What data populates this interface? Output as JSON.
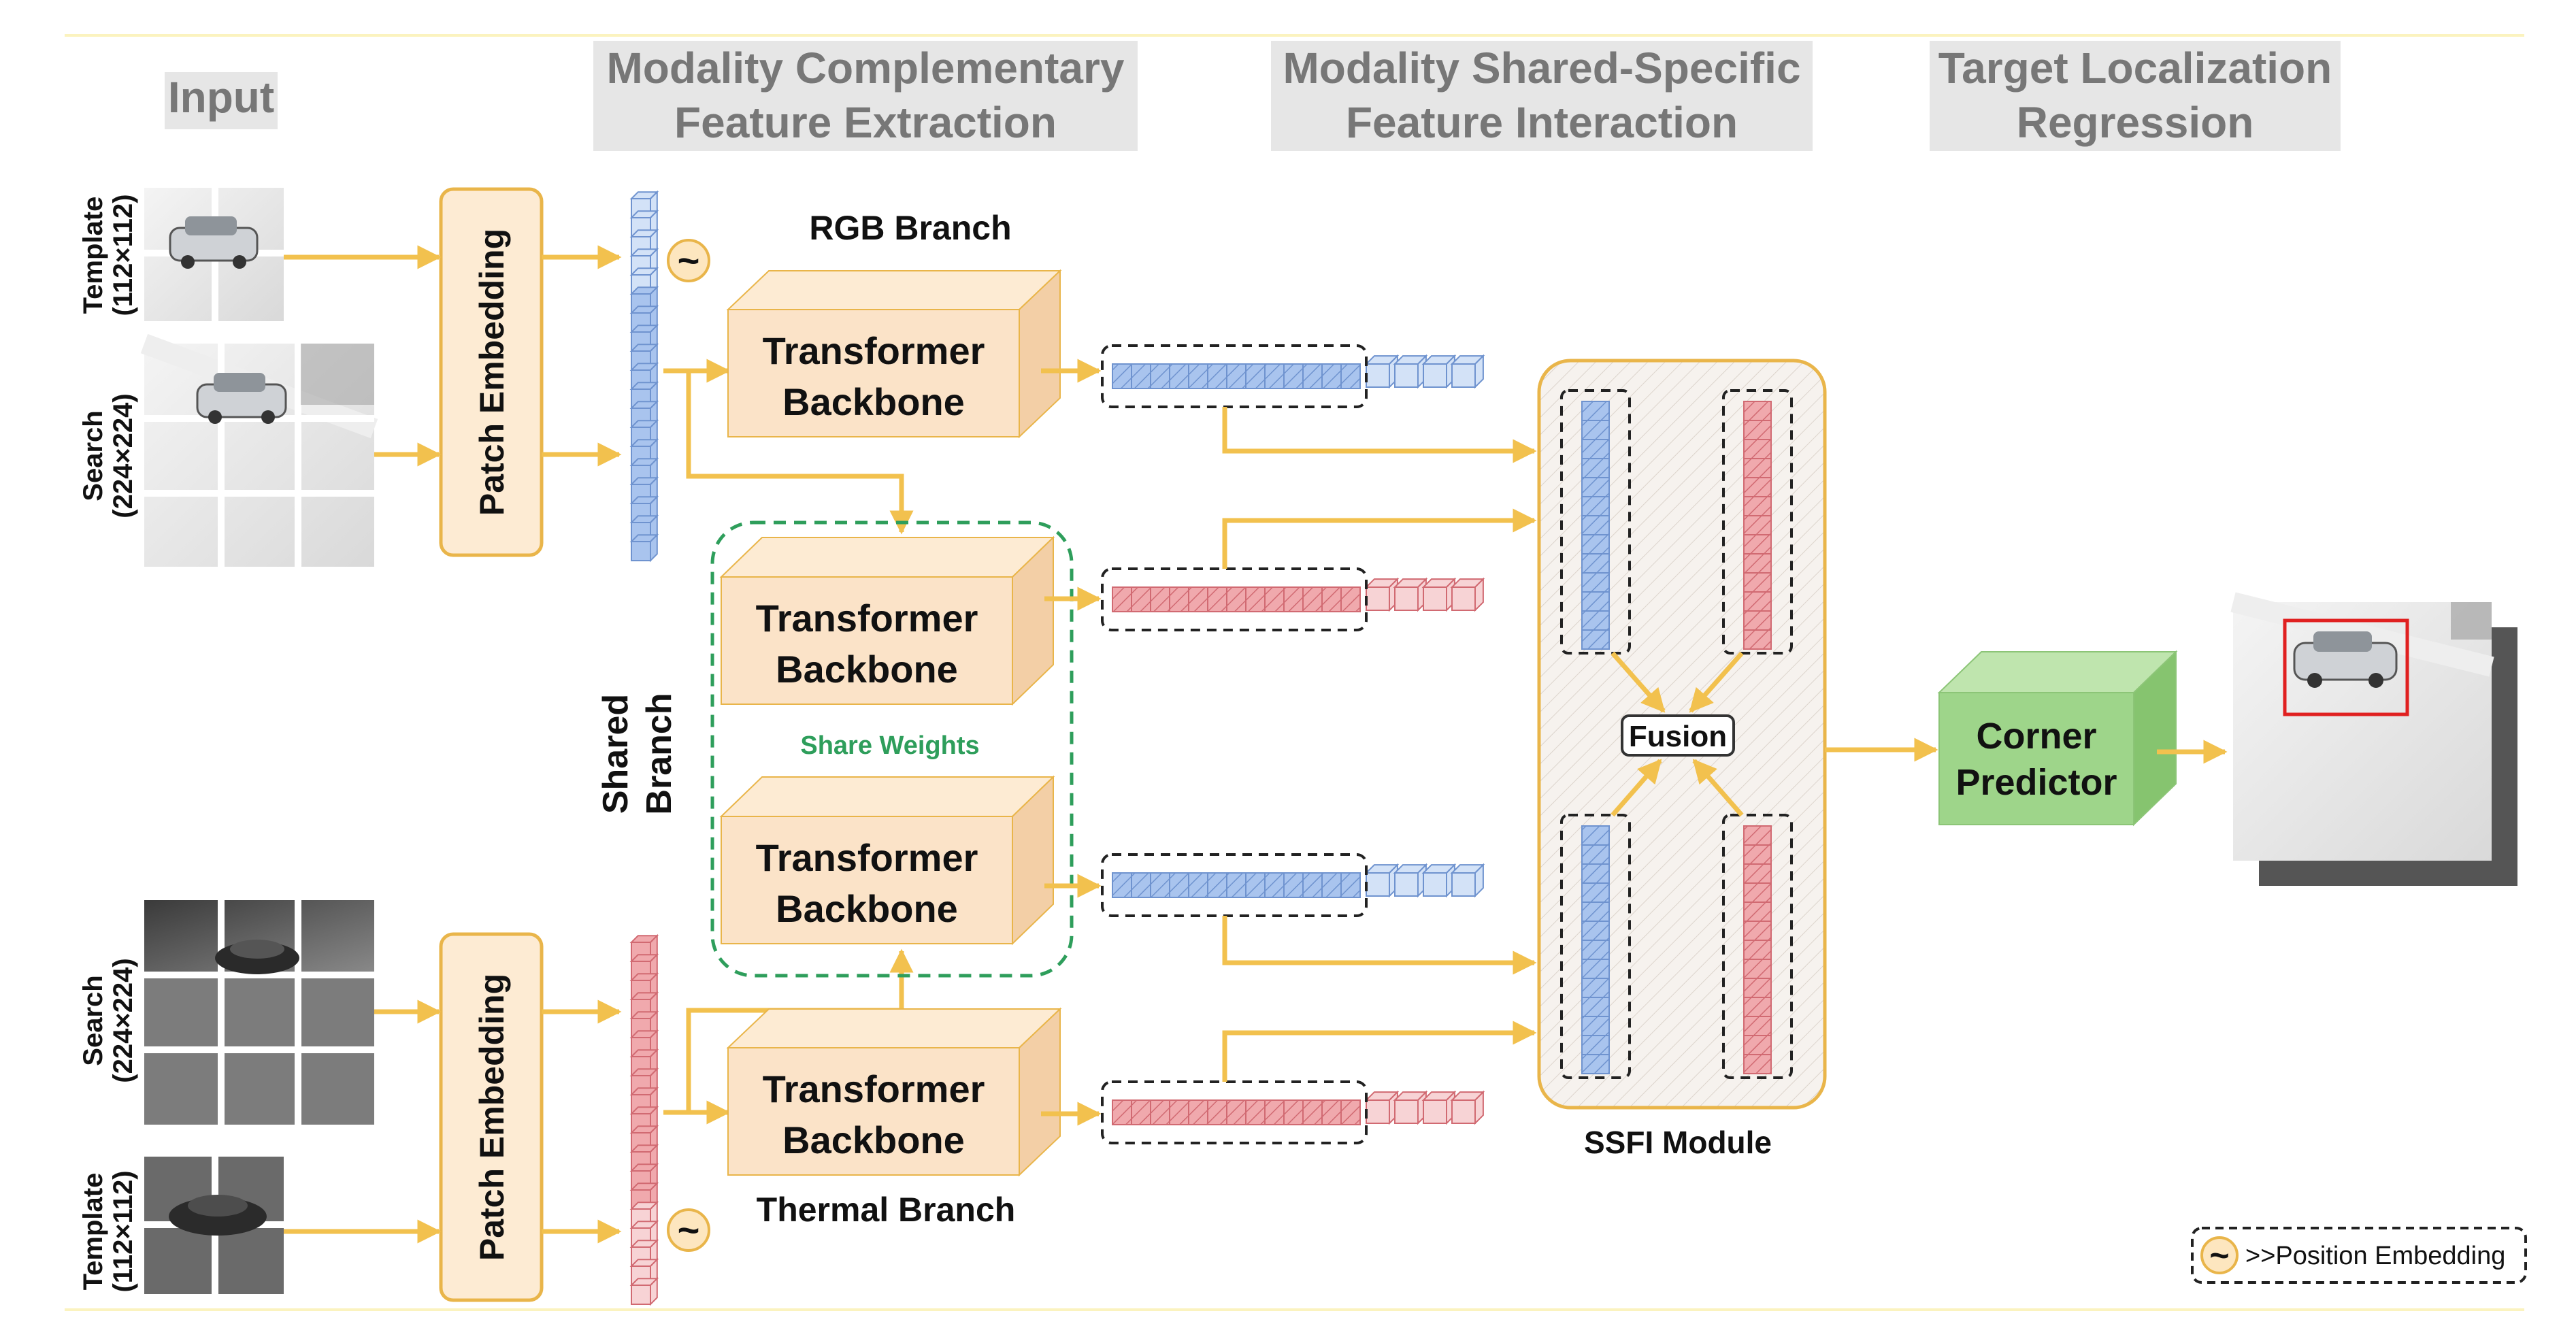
{
  "headers": {
    "input": "Input",
    "stage1_line1": "Modality Complementary",
    "stage1_line2": "Feature Extraction",
    "stage2_line1": "Modality Shared-Specific",
    "stage2_line2": "Feature Interaction",
    "stage3_line1": "Target Localization",
    "stage3_line2": "Regression"
  },
  "inputs": {
    "rgb_template_line1": "Template",
    "rgb_template_line2": "(112×112)",
    "rgb_search_line1": "Search",
    "rgb_search_line2": "(224×224)",
    "thermal_search_line1": "Search",
    "thermal_search_line2": "(224×224)",
    "thermal_template_line1": "Template",
    "thermal_template_line2": "(112×112)"
  },
  "modules": {
    "patch_embedding": "Patch Embedding",
    "transformer_line1": "Transformer",
    "transformer_line2": "Backbone",
    "rgb_branch": "RGB Branch",
    "thermal_branch": "Thermal Branch",
    "shared_branch_line1": "Shared",
    "shared_branch_line2": "Branch",
    "share_weights": "Share Weights",
    "fusion": "Fusion",
    "ssfi_module": "SSFI Module",
    "corner_line1": "Corner",
    "corner_line2": "Predictor"
  },
  "legend": {
    "symbol": "~",
    "text": ">>Position Embedding"
  },
  "colors": {
    "arrow": "#f2c14e",
    "box_fill": "#fbe3c8",
    "box_side": "#f3cfa6",
    "patch_fill": "#fdebd3",
    "patch_stroke": "#e9b54a",
    "header_bg": "#e6e6e6",
    "header_text": "#777777",
    "token_blue": "#a9c4ee",
    "token_blue_light": "#d3e2f7",
    "token_red": "#f0a9ad",
    "token_red_light": "#f7d3d5",
    "shared_border": "#2e9e5b",
    "share_text": "#2e9e5b",
    "corner_fill": "#9ed58a",
    "bbox_red": "#e02020"
  }
}
